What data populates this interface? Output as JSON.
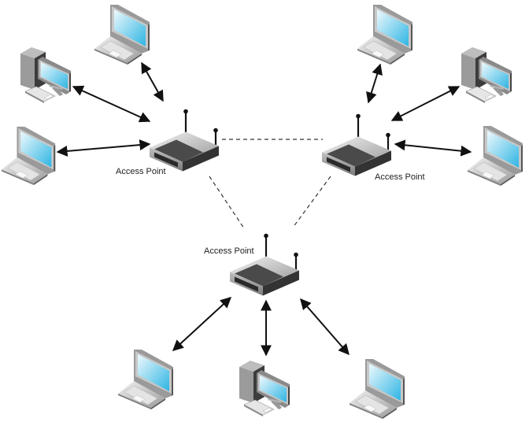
{
  "diagram": {
    "title": "",
    "labels": {
      "ap_left": "Access Point",
      "ap_right": "Access Point",
      "ap_bottom": "Access Point"
    },
    "nodes": [
      {
        "id": "ap_left",
        "type": "access-point",
        "label_key": "ap_left"
      },
      {
        "id": "ap_right",
        "type": "access-point",
        "label_key": "ap_right"
      },
      {
        "id": "ap_bottom",
        "type": "access-point",
        "label_key": "ap_bottom"
      },
      {
        "id": "laptop_tl_top",
        "type": "laptop"
      },
      {
        "id": "desktop_tl",
        "type": "desktop"
      },
      {
        "id": "laptop_tl_left",
        "type": "laptop"
      },
      {
        "id": "laptop_tr_top",
        "type": "laptop"
      },
      {
        "id": "desktop_tr",
        "type": "desktop"
      },
      {
        "id": "laptop_tr_right",
        "type": "laptop"
      },
      {
        "id": "laptop_b_left",
        "type": "laptop"
      },
      {
        "id": "desktop_b",
        "type": "desktop"
      },
      {
        "id": "laptop_b_right",
        "type": "laptop"
      }
    ],
    "links": [
      {
        "from": "ap_left",
        "to": "laptop_tl_top",
        "style": "wireless-bidirectional"
      },
      {
        "from": "ap_left",
        "to": "desktop_tl",
        "style": "wireless-bidirectional"
      },
      {
        "from": "ap_left",
        "to": "laptop_tl_left",
        "style": "wireless-bidirectional"
      },
      {
        "from": "ap_right",
        "to": "laptop_tr_top",
        "style": "wireless-bidirectional"
      },
      {
        "from": "ap_right",
        "to": "desktop_tr",
        "style": "wireless-bidirectional"
      },
      {
        "from": "ap_right",
        "to": "laptop_tr_right",
        "style": "wireless-bidirectional"
      },
      {
        "from": "ap_bottom",
        "to": "laptop_b_left",
        "style": "wireless-bidirectional"
      },
      {
        "from": "ap_bottom",
        "to": "desktop_b",
        "style": "wireless-bidirectional"
      },
      {
        "from": "ap_bottom",
        "to": "laptop_b_right",
        "style": "wireless-bidirectional"
      },
      {
        "from": "ap_left",
        "to": "ap_right",
        "style": "dashed"
      },
      {
        "from": "ap_left",
        "to": "ap_bottom",
        "style": "dashed"
      },
      {
        "from": "ap_right",
        "to": "ap_bottom",
        "style": "dashed"
      }
    ],
    "colors": {
      "screen_light": "#e6f6fc",
      "screen_dark": "#29b6e4",
      "router_dark": "#3a3a3a",
      "router_light": "#d8d8d8",
      "arrow": "#111111",
      "dashed": "#333333"
    }
  }
}
